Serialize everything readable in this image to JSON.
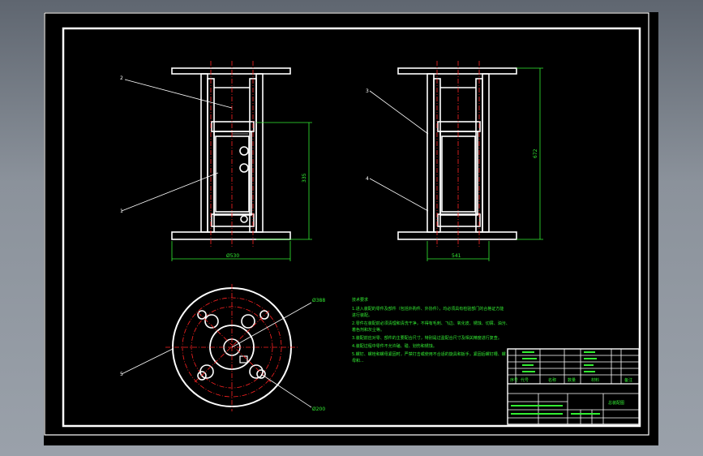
{
  "dimensions": {
    "front_width": "Ø530",
    "front_height": "335",
    "side_width": "541",
    "side_height": "672",
    "top_outer_dia": "Ø388",
    "top_inner_dia": "Ø200"
  },
  "balloons": {
    "front_top": "2",
    "front_mid": "1",
    "side_top": "3",
    "side_bottom": "4",
    "plan": "5"
  },
  "notes": {
    "title": "技术要求",
    "lines": [
      "1.进入装配的零件及部件（包括外购件、外协件），均必须具有检验部门的合格证方能",
      "  进行装配。",
      "2.零件在装配前必须清理和清洗干净，不得有毛刺、飞边、氧化皮、锈蚀、切屑、油污、",
      "  着色剂和灰尘等。",
      "3.装配前应对零、部件的主要配合尺寸，特别是过盈配合尺寸及相关精度进行复查。",
      "4.装配过程中零件不允许磕、碰、划伤和锈蚀。",
      "5.螺钉、螺栓和螺母紧固时，严禁打击或使用不合适的旋具和扳手，紧固后螺钉槽、螺",
      "  母和..."
    ]
  },
  "title_block": {
    "col_seq": "序号",
    "col_code": "代号",
    "col_name": "名称",
    "col_qty": "数量",
    "col_material": "材料",
    "col_note": "备注",
    "drawing_name": "总装配图"
  }
}
